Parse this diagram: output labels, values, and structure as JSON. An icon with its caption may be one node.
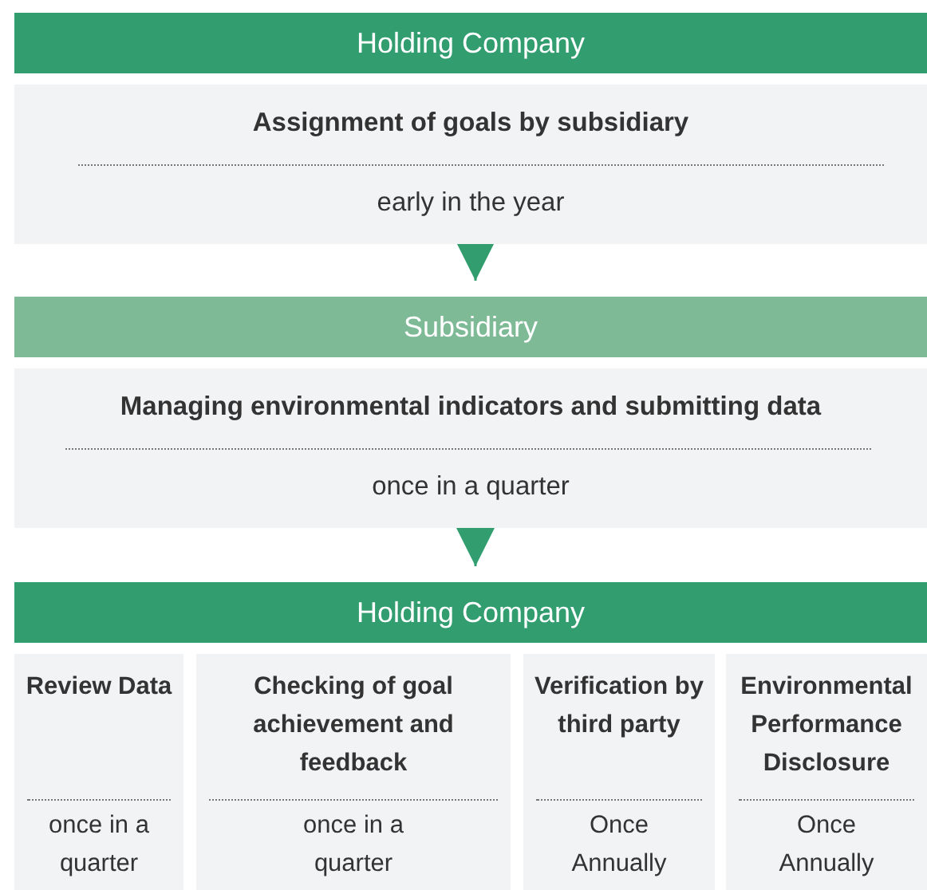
{
  "diagram": {
    "nodes": [
      {
        "text": [
          "Holding Company"
        ]
      },
      {
        "text": [
          "Assignment of goals by subsidiary",
          "early in the year"
        ]
      },
      {
        "text": [
          "Subsidiary"
        ]
      },
      {
        "text": [
          "Managing environmental indicators and submitting data",
          "once in a quarter"
        ]
      },
      {
        "text": [
          "Holding Company"
        ]
      },
      {
        "text": [
          "Review Data",
          "once in a quarter"
        ]
      },
      {
        "text": [
          "Checking of goal achievement and feedback",
          "once in a quarter"
        ]
      },
      {
        "text": [
          "Verification by third party",
          "Once Annually"
        ]
      },
      {
        "text": [
          "Environmental Performance Disclosure",
          "Once Annually"
        ]
      }
    ],
    "edges": [
      {
        "from": 1,
        "to": 2,
        "arrow": "to"
      },
      {
        "from": 3,
        "to": 4,
        "arrow": "to"
      }
    ]
  }
}
